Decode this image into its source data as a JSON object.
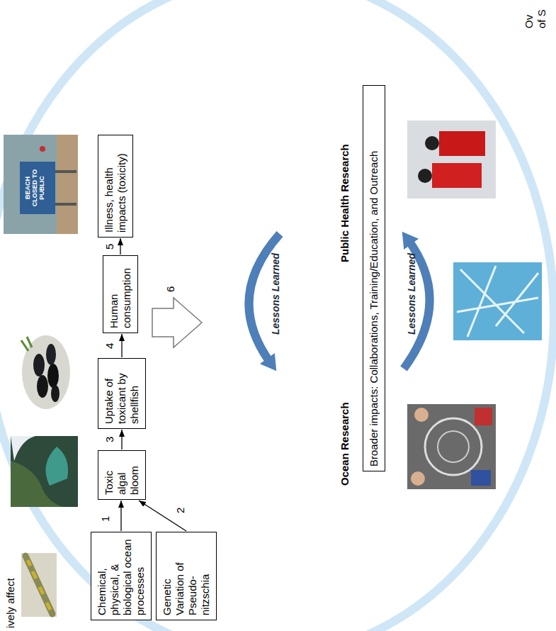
{
  "diagram": {
    "nodes": [
      {
        "text": [
          "Chemical, physical, & biological ocean processes"
        ]
      },
      {
        "text": [
          "Genetic Variation of Pseudo-nitzschia"
        ]
      },
      {
        "text": [
          "Toxic algal bloom"
        ]
      },
      {
        "text": [
          "Uptake of toxicant by shellfish"
        ]
      },
      {
        "text": [
          "Human consumption"
        ]
      },
      {
        "text": [
          "Illness, health impacts (toxicity)"
        ]
      },
      {
        "text": [
          "Broader impacts: Collaborations, Training/Education, and Outreach"
        ]
      }
    ],
    "edges": [
      {
        "from": 0,
        "to": 2,
        "arrow": "to"
      },
      {
        "from": 1,
        "to": 2,
        "arrow": "to"
      },
      {
        "from": 2,
        "to": 3,
        "arrow": "to"
      },
      {
        "from": 3,
        "to": 4,
        "arrow": "to"
      },
      {
        "from": 4,
        "to": 5,
        "arrow": "to"
      }
    ],
    "labels": [
      "ively affect",
      "BEACH CLOSED TO PUBLIC",
      "1",
      "2",
      "3",
      "4",
      "5",
      "6",
      "Lessons Learned",
      "Ocean Research",
      "Public Health Research",
      "Lessons Learned",
      "Ov of S"
    ]
  }
}
